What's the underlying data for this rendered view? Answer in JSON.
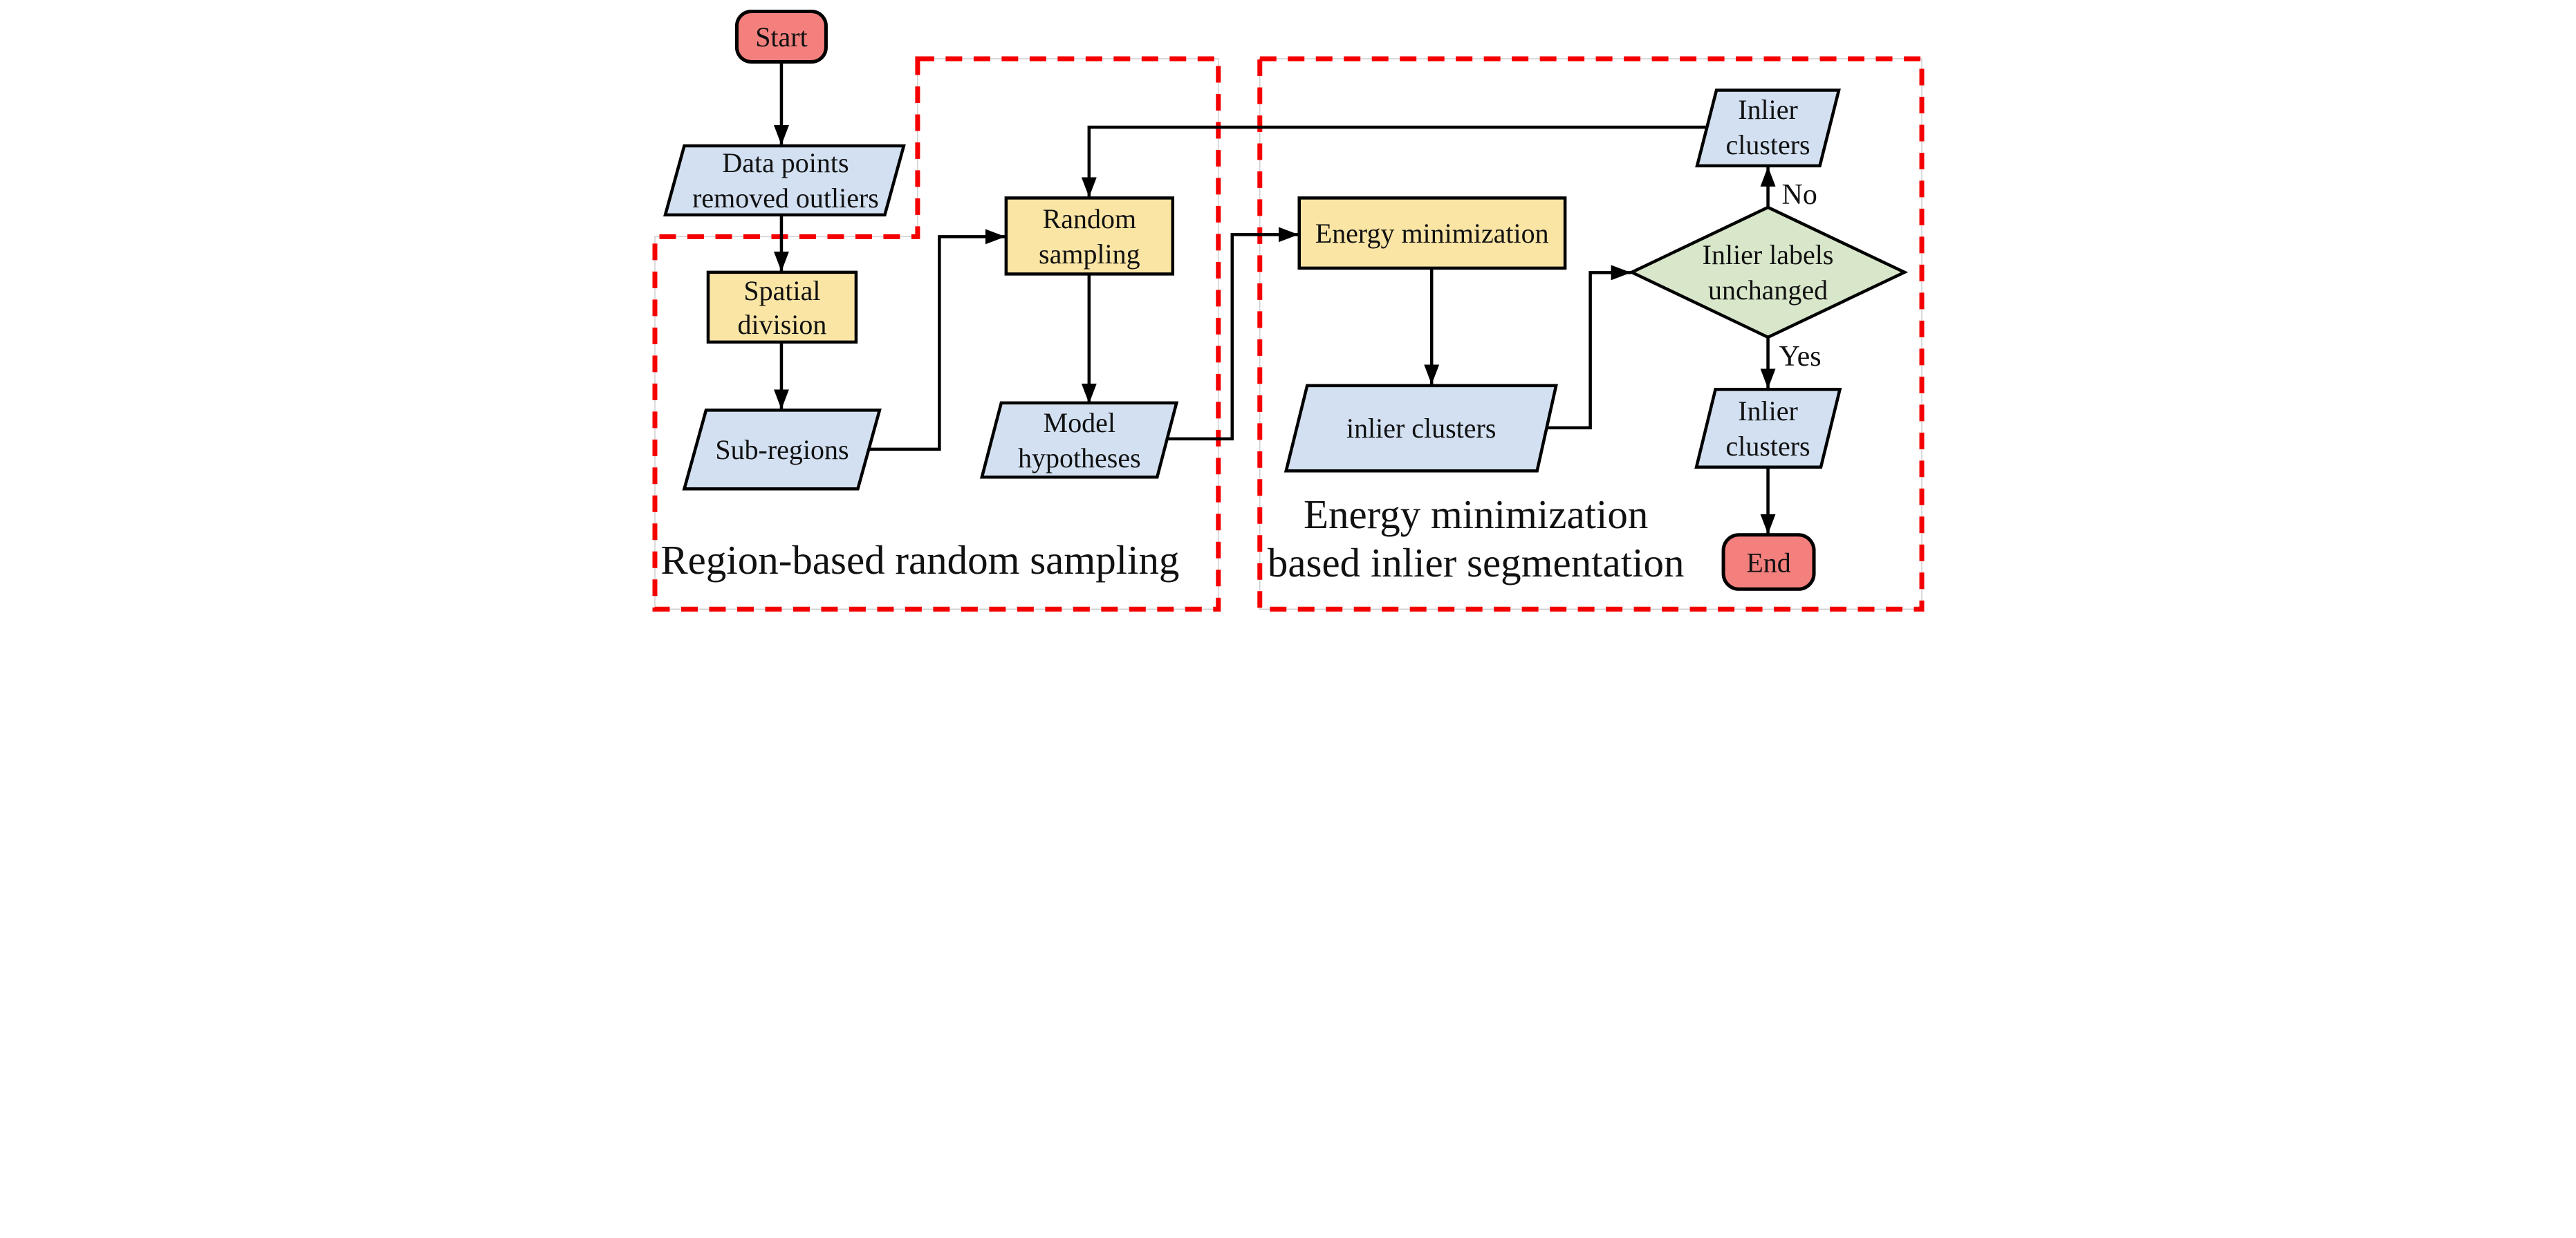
{
  "colors": {
    "terminal_fill": "#F4807E",
    "process_fill": "#FAE5A5",
    "data_fill": "#D2E0F1",
    "decision_fill": "#D8E6CA",
    "region_border": "#F40000",
    "line_color": "#000000"
  },
  "nodes": {
    "start": {
      "label": "Start"
    },
    "data_points": {
      "lines": [
        "Data points",
        "removed outliers"
      ]
    },
    "spatial_division": {
      "lines": [
        "Spatial",
        "division"
      ]
    },
    "sub_regions": {
      "label": "Sub-regions"
    },
    "random_sampling": {
      "lines": [
        "Random",
        "sampling"
      ]
    },
    "model_hypotheses": {
      "lines": [
        "Model",
        "hypotheses"
      ]
    },
    "energy_minimization": {
      "label": "Energy minimization"
    },
    "inlier_clusters_mid": {
      "label": "inlier clusters"
    },
    "decision": {
      "lines": [
        "Inlier labels",
        "unchanged"
      ]
    },
    "inlier_clusters_top": {
      "lines": [
        "Inlier",
        "clusters"
      ]
    },
    "inlier_clusters_bottom": {
      "lines": [
        "Inlier",
        "clusters"
      ]
    },
    "end": {
      "label": "End"
    }
  },
  "edge_labels": {
    "no": "No",
    "yes": "Yes"
  },
  "regions": {
    "region1": {
      "label": "Region-based random sampling"
    },
    "region2": {
      "lines": [
        "Energy minimization",
        "based inlier segmentation"
      ]
    }
  }
}
